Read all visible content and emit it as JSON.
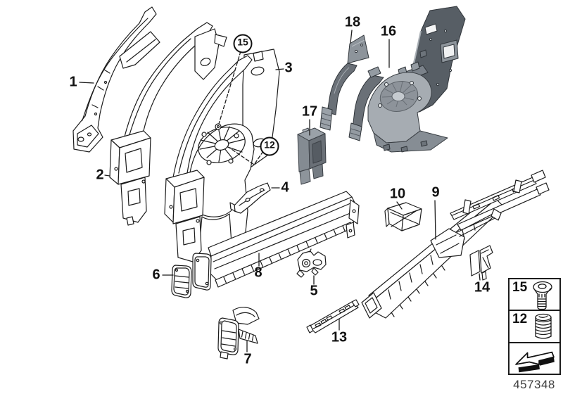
{
  "diagram": {
    "doc_number": "457348",
    "callouts": {
      "c1": {
        "label": "1",
        "circled": false
      },
      "c2": {
        "label": "2",
        "circled": false
      },
      "c3": {
        "label": "3",
        "circled": false
      },
      "c4": {
        "label": "4",
        "circled": false
      },
      "c5": {
        "label": "5",
        "circled": false
      },
      "c6": {
        "label": "6",
        "circled": false
      },
      "c7": {
        "label": "7",
        "circled": false
      },
      "c8": {
        "label": "8",
        "circled": false
      },
      "c9": {
        "label": "9",
        "circled": false
      },
      "c10": {
        "label": "10",
        "circled": false
      },
      "c12": {
        "label": "12",
        "circled": true
      },
      "c13": {
        "label": "13",
        "circled": false
      },
      "c14": {
        "label": "14",
        "circled": false
      },
      "c15": {
        "label": "15",
        "circled": true
      },
      "c16": {
        "label": "16",
        "circled": false
      },
      "c17": {
        "label": "17",
        "circled": false
      },
      "c18": {
        "label": "18",
        "circled": false
      }
    },
    "legend": {
      "rows": [
        {
          "label": "15",
          "icon": "countersunk-screw-icon"
        },
        {
          "label": "12",
          "icon": "coil-spring-insert-icon"
        },
        {
          "label": "",
          "icon": "direction-of-travel-arrow-icon"
        }
      ]
    },
    "colors": {
      "background": "#ffffff",
      "line_art": "#1c1c1c",
      "shaded_part_dark": "#575e65",
      "shaded_part_mid": "#848b92",
      "shaded_part_light": "#a6acb2"
    }
  }
}
